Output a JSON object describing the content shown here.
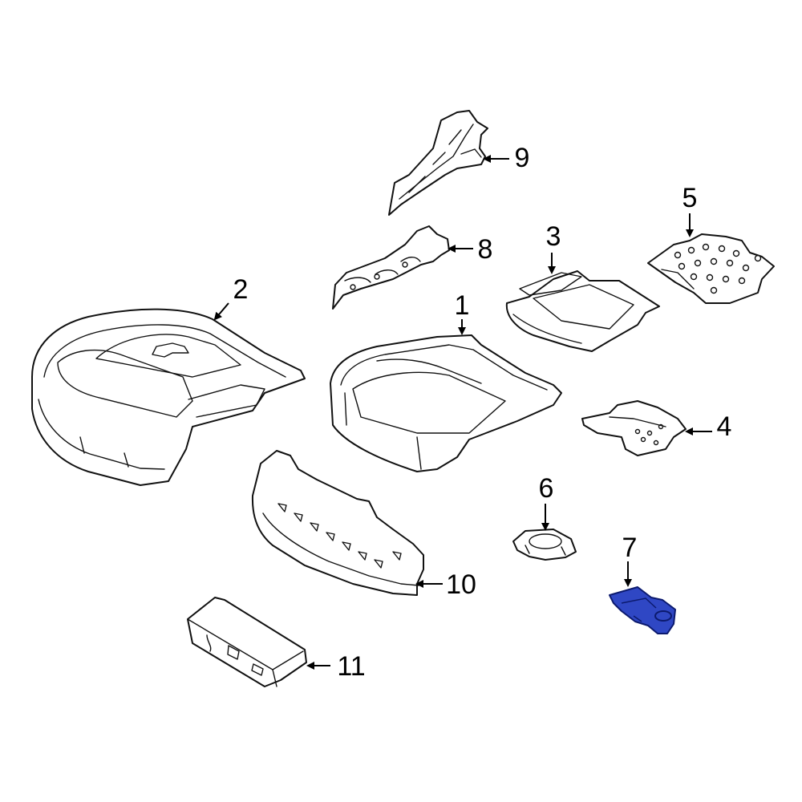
{
  "diagram": {
    "callouts": [
      {
        "id": "c1",
        "label": "1"
      },
      {
        "id": "c2",
        "label": "2"
      },
      {
        "id": "c3",
        "label": "3"
      },
      {
        "id": "c4",
        "label": "4"
      },
      {
        "id": "c5",
        "label": "5"
      },
      {
        "id": "c6",
        "label": "6"
      },
      {
        "id": "c7",
        "label": "7"
      },
      {
        "id": "c8",
        "label": "8"
      },
      {
        "id": "c9",
        "label": "9"
      },
      {
        "id": "c10",
        "label": "10"
      },
      {
        "id": "c11",
        "label": "11"
      }
    ],
    "highlighted_part": "7",
    "highlight_color": "#2f47c4",
    "line_color": "#111111"
  }
}
